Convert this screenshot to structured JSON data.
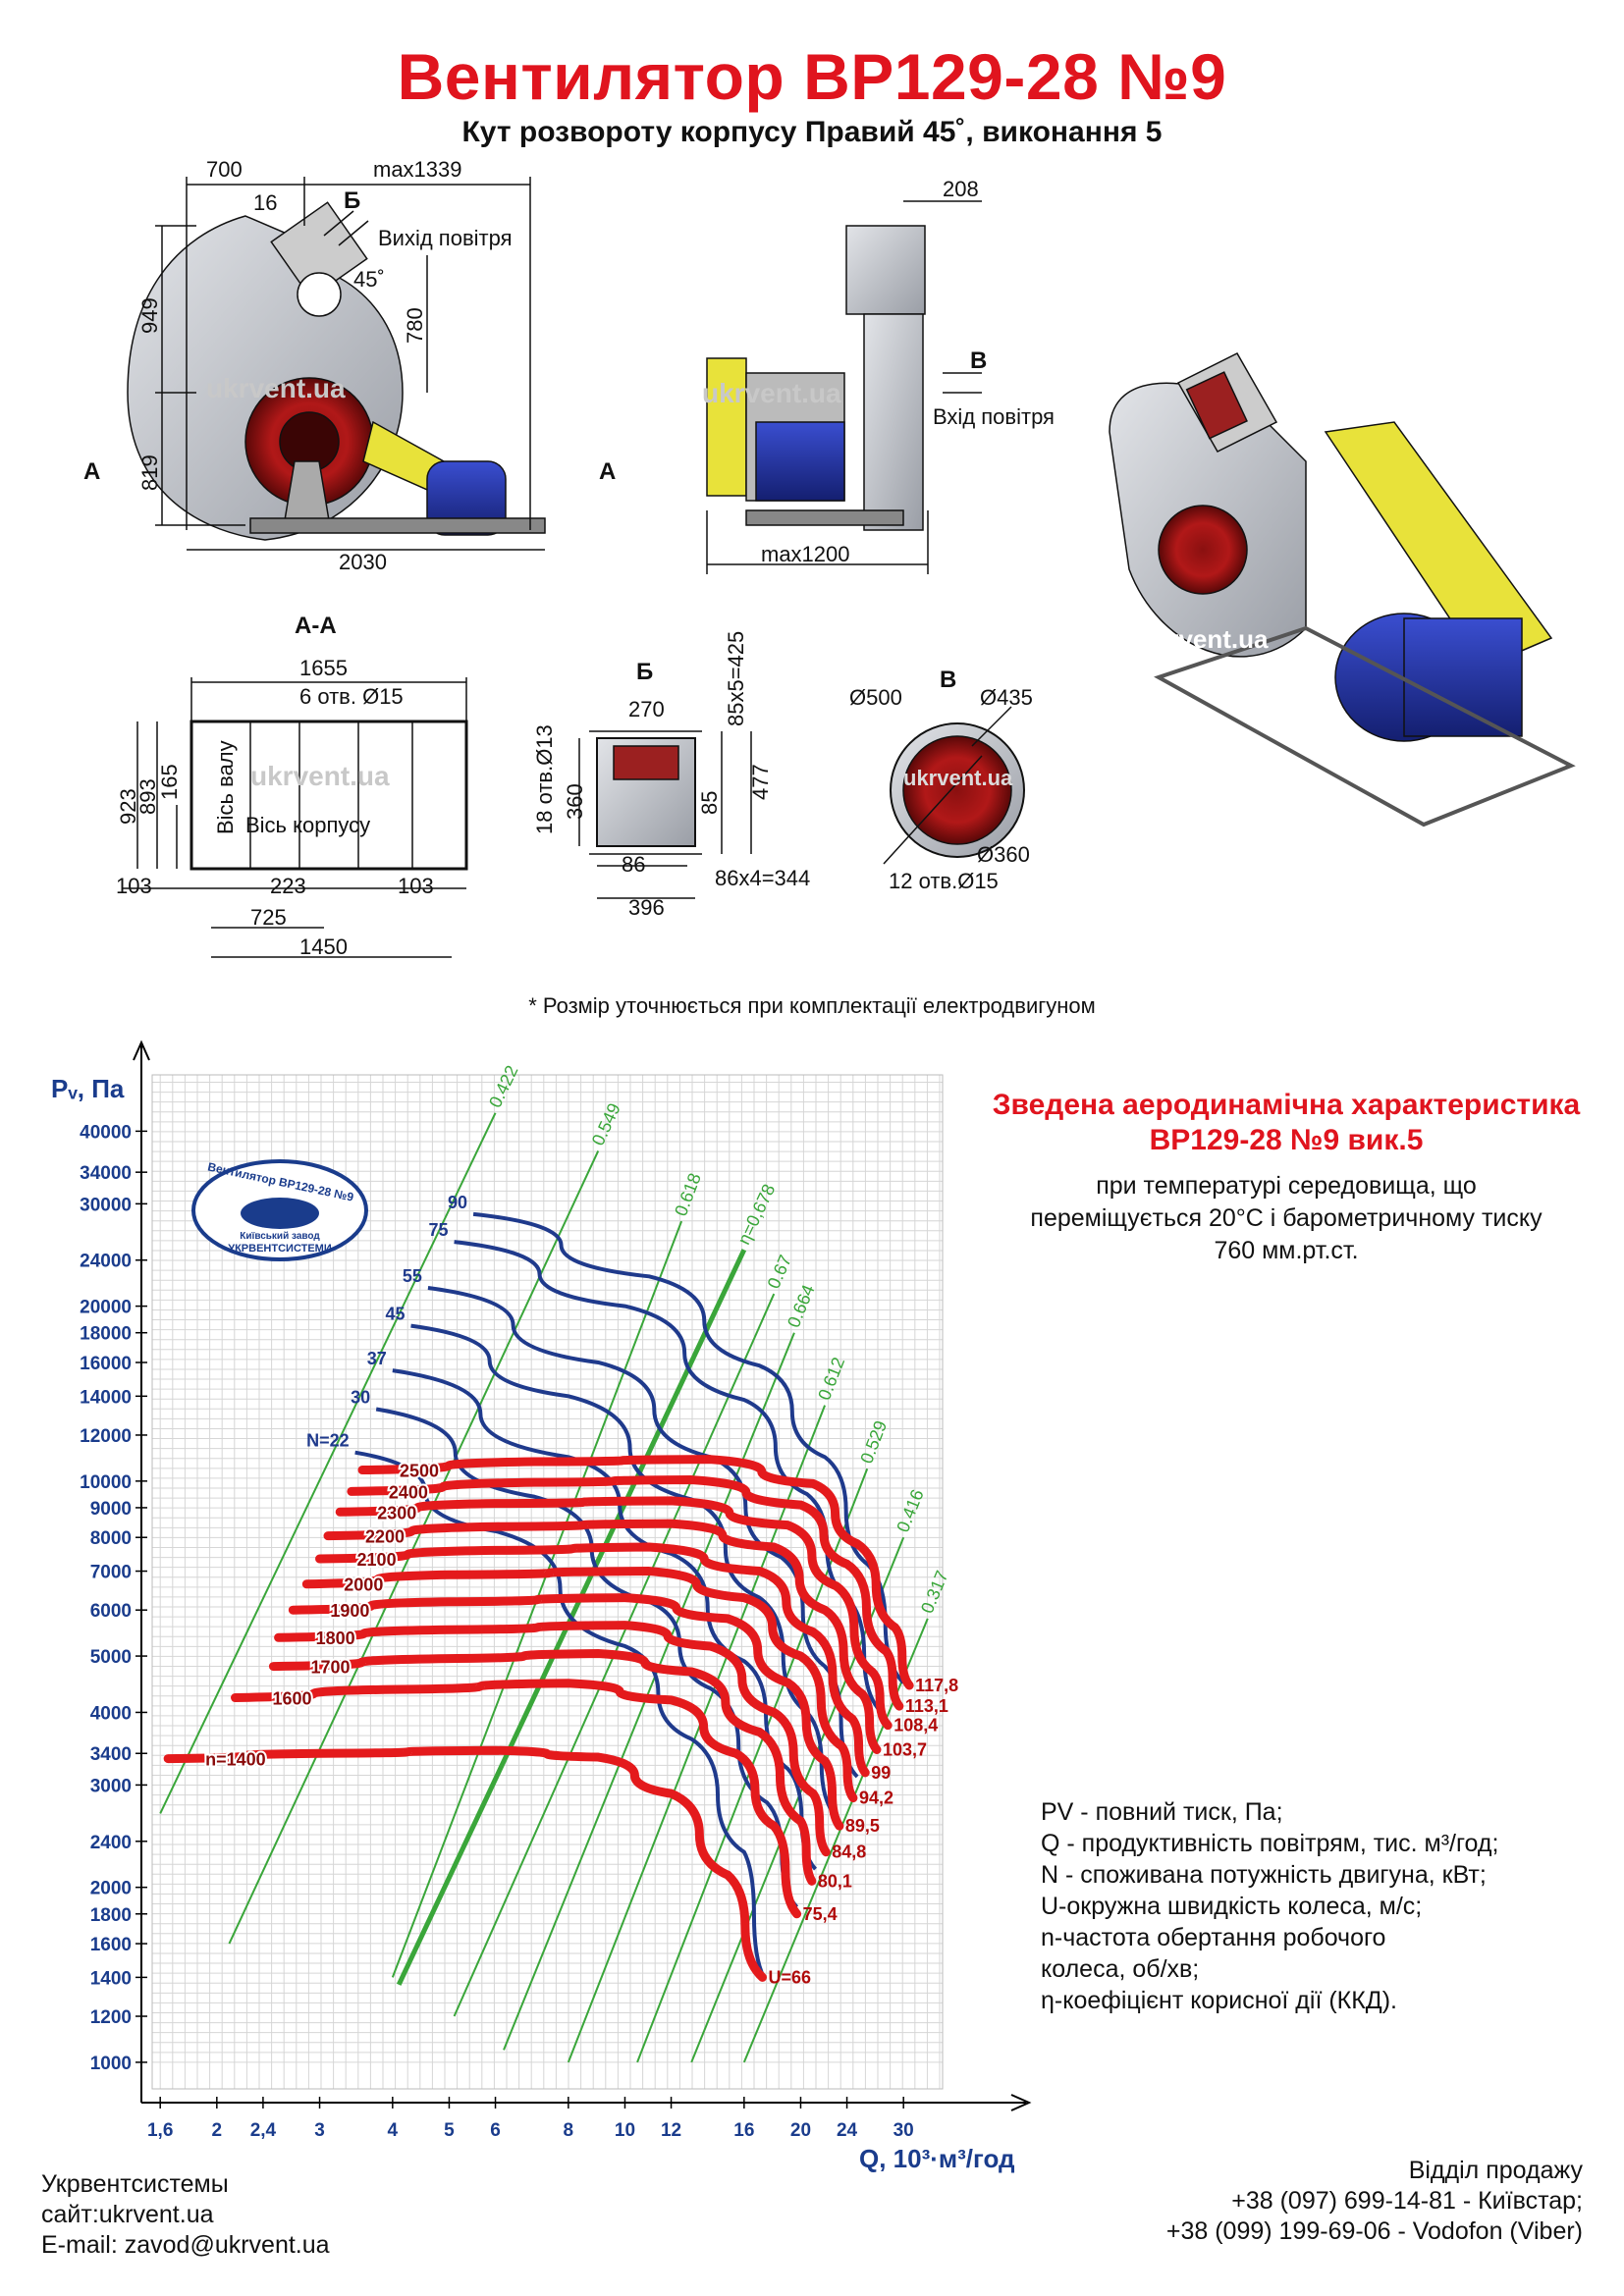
{
  "header": {
    "title": "Вентилятор ВР129-28 №9",
    "subtitle": "Кут розвороту корпусу Правий 45˚, виконання 5"
  },
  "drawings": {
    "side_view": {
      "dims": [
        "700",
        "max1339",
        "16",
        "Б",
        "Вихід повітря",
        "45˚",
        "949",
        "780",
        "819",
        "2030",
        "А",
        "А"
      ],
      "watermark": "ukrvent.ua"
    },
    "front_view": {
      "dims": [
        "208",
        "В",
        "Вхід повітря",
        "max1200"
      ],
      "watermark": "ukrvent.ua"
    },
    "iso_view": {
      "watermark": "ukrvent.ua"
    },
    "section_aa": {
      "label": "А-А",
      "dims": [
        "1655",
        "6 отв. Ø15",
        "923",
        "893",
        "165",
        "Вісь валу",
        "Вісь корпусу",
        "103",
        "223",
        "103",
        "725",
        "1450"
      ],
      "watermark": "ukrvent.ua"
    },
    "flange_b": {
      "label": "Б",
      "dims": [
        "270",
        "85x5=425",
        "18 отв.Ø13",
        "360",
        "85",
        "477",
        "86",
        "86x4=344",
        "396"
      ]
    },
    "flange_v": {
      "label": "В",
      "dims": [
        "Ø500",
        "Ø435",
        "Ø360",
        "12 отв.Ø15"
      ],
      "watermark": "ukrvent.ua"
    },
    "note": "* Розмір уточнюється при комплектації електродвигуном"
  },
  "chart_data": {
    "type": "line",
    "title": "Зведена аеродинамічна характеристика ВР129-28 №9 вик.5",
    "subtitle_lines": [
      "при температурі середовища, що",
      "переміщується 20°С і барометричному тиску",
      "760 мм.рт.ст."
    ],
    "ylabel": "Pᵥ, Па",
    "xlabel": "Q, 10³·м³/год",
    "yscale": "log",
    "xscale": "log",
    "ylim": [
      900,
      50000
    ],
    "xlim": [
      1.55,
      35
    ],
    "yticks": [
      1000,
      1200,
      1400,
      1600,
      1800,
      2000,
      2400,
      3000,
      3400,
      4000,
      5000,
      6000,
      7000,
      8000,
      9000,
      10000,
      12000,
      14000,
      16000,
      18000,
      20000,
      24000,
      30000,
      34000,
      40000
    ],
    "xticks": [
      1.6,
      2,
      2.4,
      3,
      4,
      5,
      6,
      8,
      10,
      12,
      16,
      20,
      24,
      30
    ],
    "xtick_labels": [
      "1,6",
      "2",
      "2,4",
      "3",
      "4",
      "5",
      "6",
      "8",
      "10",
      "12",
      "16",
      "20",
      "24",
      "30"
    ],
    "speed_curves": [
      {
        "label": "n=1400",
        "u_label": "U=66",
        "points": [
          [
            1.65,
            3330
          ],
          [
            3,
            3400
          ],
          [
            6,
            3440
          ],
          [
            9,
            3350
          ],
          [
            12,
            2900
          ],
          [
            15,
            2100
          ],
          [
            17.2,
            1400
          ]
        ]
      },
      {
        "label": "1600",
        "u_label": "75,4",
        "points": [
          [
            2.15,
            4240
          ],
          [
            4,
            4380
          ],
          [
            8,
            4490
          ],
          [
            12,
            4200
          ],
          [
            15.5,
            3400
          ],
          [
            18,
            2550
          ],
          [
            19.7,
            1800
          ]
        ]
      },
      {
        "label": "1700",
        "u_label": "80,1",
        "points": [
          [
            2.5,
            4800
          ],
          [
            5,
            4950
          ],
          [
            9,
            5050
          ],
          [
            13,
            4700
          ],
          [
            17,
            3700
          ],
          [
            20,
            2600
          ],
          [
            20.9,
            2050
          ]
        ]
      },
      {
        "label": "1800",
        "u_label": "84,8",
        "points": [
          [
            2.55,
            5380
          ],
          [
            5,
            5550
          ],
          [
            10,
            5650
          ],
          [
            14,
            5200
          ],
          [
            18,
            4000
          ],
          [
            21,
            2900
          ],
          [
            22.1,
            2300
          ]
        ]
      },
      {
        "label": "1900",
        "u_label": "89,5",
        "points": [
          [
            2.7,
            6000
          ],
          [
            5,
            6200
          ],
          [
            10,
            6300
          ],
          [
            15,
            5800
          ],
          [
            19,
            4500
          ],
          [
            22,
            3300
          ],
          [
            23.3,
            2550
          ]
        ]
      },
      {
        "label": "2000",
        "u_label": "94,2",
        "points": [
          [
            2.85,
            6650
          ],
          [
            5,
            6900
          ],
          [
            11,
            7000
          ],
          [
            16,
            6300
          ],
          [
            20,
            5000
          ],
          [
            23.5,
            3500
          ],
          [
            24.6,
            2850
          ]
        ]
      },
      {
        "label": "2100",
        "u_label": "99",
        "points": [
          [
            3,
            7350
          ],
          [
            6,
            7600
          ],
          [
            11,
            7700
          ],
          [
            17,
            7000
          ],
          [
            21,
            5500
          ],
          [
            24.5,
            3900
          ],
          [
            25.8,
            3150
          ]
        ]
      },
      {
        "label": "2200",
        "u_label": "103,7",
        "points": [
          [
            3.1,
            8050
          ],
          [
            6,
            8350
          ],
          [
            12,
            8450
          ],
          [
            18,
            7700
          ],
          [
            22,
            6000
          ],
          [
            25.5,
            4300
          ],
          [
            27,
            3450
          ]
        ]
      },
      {
        "label": "2300",
        "u_label": "108,4",
        "points": [
          [
            3.25,
            8850
          ],
          [
            6,
            9150
          ],
          [
            12,
            9250
          ],
          [
            19,
            8400
          ],
          [
            23,
            6600
          ],
          [
            26.5,
            4700
          ],
          [
            28.2,
            3800
          ]
        ]
      },
      {
        "label": "2400",
        "u_label": "113,1",
        "points": [
          [
            3.4,
            9600
          ],
          [
            7,
            9950
          ],
          [
            13,
            10050
          ],
          [
            20,
            9100
          ],
          [
            24,
            7200
          ],
          [
            28,
            5100
          ],
          [
            29.5,
            4100
          ]
        ]
      },
      {
        "label": "2500",
        "u_label": "117,8",
        "points": [
          [
            3.55,
            10450
          ],
          [
            7,
            10800
          ],
          [
            14,
            10900
          ],
          [
            21,
            9900
          ],
          [
            25,
            7800
          ],
          [
            29,
            5600
          ],
          [
            30.7,
            4450
          ]
        ]
      }
    ],
    "power_curves": [
      {
        "label": "N=22",
        "points": [
          [
            3.45,
            11200
          ],
          [
            6,
            8200
          ],
          [
            10,
            5200
          ],
          [
            13,
            3600
          ],
          [
            16,
            2300
          ],
          [
            17.3,
            1400
          ]
        ]
      },
      {
        "label": "30",
        "points": [
          [
            3.75,
            13300
          ],
          [
            7,
            9400
          ],
          [
            11,
            6200
          ],
          [
            14,
            4400
          ],
          [
            17.5,
            2800
          ],
          [
            19.7,
            1850
          ]
        ]
      },
      {
        "label": "37",
        "points": [
          [
            4.0,
            15500
          ],
          [
            8,
            11000
          ],
          [
            12,
            7500
          ],
          [
            16,
            4900
          ],
          [
            19,
            3200
          ],
          [
            21.2,
            2150
          ]
        ]
      },
      {
        "label": "45",
        "points": [
          [
            4.3,
            18500
          ],
          [
            8,
            14000
          ],
          [
            13,
            9300
          ],
          [
            17,
            6300
          ],
          [
            20.5,
            4000
          ],
          [
            23,
            2650
          ]
        ]
      },
      {
        "label": "55",
        "points": [
          [
            4.6,
            21500
          ],
          [
            9,
            16000
          ],
          [
            14,
            11000
          ],
          [
            18.5,
            7400
          ],
          [
            22,
            4800
          ],
          [
            25,
            3100
          ]
        ]
      },
      {
        "label": "75",
        "points": [
          [
            5.1,
            25800
          ],
          [
            10,
            20000
          ],
          [
            16,
            13800
          ],
          [
            20.5,
            9500
          ],
          [
            24,
            6300
          ],
          [
            27.5,
            4000
          ]
        ]
      },
      {
        "label": "90",
        "points": [
          [
            5.5,
            28800
          ],
          [
            11,
            22500
          ],
          [
            17,
            15800
          ],
          [
            22,
            11000
          ],
          [
            26,
            7200
          ],
          [
            30,
            4500
          ]
        ]
      }
    ],
    "efficiency_lines": [
      {
        "label": "0.422",
        "points": [
          [
            1.6,
            2680
          ],
          [
            6.0,
            43000
          ]
        ]
      },
      {
        "label": "0.549",
        "points": [
          [
            2.1,
            1600
          ],
          [
            9.0,
            37000
          ]
        ]
      },
      {
        "label": "0.618",
        "points": [
          [
            4.0,
            1400
          ],
          [
            12.5,
            28000
          ]
        ]
      },
      {
        "label": "η=0,678",
        "points": [
          [
            4.1,
            1360
          ],
          [
            16.0,
            25000
          ]
        ]
      },
      {
        "label": "0.67",
        "points": [
          [
            5.1,
            1200
          ],
          [
            18.0,
            21000
          ]
        ]
      },
      {
        "label": "0.664",
        "points": [
          [
            6.2,
            1050
          ],
          [
            19.5,
            18000
          ]
        ]
      },
      {
        "label": "0.612",
        "points": [
          [
            8.0,
            1000
          ],
          [
            22.0,
            13500
          ]
        ]
      },
      {
        "label": "0.529",
        "points": [
          [
            10.5,
            1000
          ],
          [
            26.0,
            10500
          ]
        ]
      },
      {
        "label": "0.416",
        "points": [
          [
            13.0,
            1000
          ],
          [
            30.0,
            8000
          ]
        ]
      },
      {
        "label": "0.317",
        "points": [
          [
            16.0,
            1000
          ],
          [
            33.0,
            5800
          ]
        ]
      }
    ],
    "logo_text": [
      "Вентилятор ВР129-28 №9",
      "Київський завод",
      "УКРВЕНТСИСТЕМИ"
    ]
  },
  "legend": [
    "PV - повний тиск, Па;",
    "Q - продуктивність повітрям, тис. м³/год;",
    "N - споживана потужність двигуна, кВт;",
    "U-окружна швидкість колеса, м/с;",
    "n-частота обертання робочого",
    "колеса, об/хв;",
    "η-коефіцієнт корисної дії (ККД)."
  ],
  "footer": {
    "left": [
      "Укрвентсистемы",
      "сайт:ukrvent.ua",
      "E-mail: zavod@ukrvent.ua"
    ],
    "right": [
      "Відділ продажу",
      "+38 (097) 699-14-81 - Київстар;",
      "+38 (099) 199-69-06 - Vodofon (Viber)"
    ]
  },
  "colors": {
    "title_red": "#e0141e",
    "curve_red": "#e41a1c",
    "curve_blue": "#1f3a8c",
    "line_green": "#3aa63a",
    "axis_blue": "#1a3c8c",
    "steel": "#b8bcc2",
    "motor_blue": "#2436b0",
    "guard_yellow": "#e8e23a"
  }
}
